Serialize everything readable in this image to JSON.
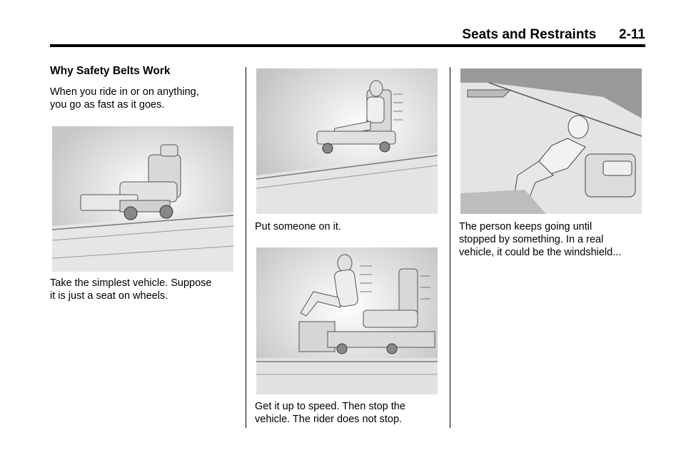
{
  "header": {
    "section": "Seats and Restraints",
    "page_number": "2-11"
  },
  "column1": {
    "heading": "Why Safety Belts Work",
    "intro": [
      "When you ride in or on anything,",
      "you go as fast as it goes."
    ],
    "caption": [
      "Take the simplest vehicle. Suppose",
      "it is just a seat on wheels."
    ]
  },
  "column2": {
    "caption1": [
      "Put someone on it."
    ],
    "caption2": [
      "Get it up to speed. Then stop the",
      "vehicle. The rider does not stop."
    ]
  },
  "column3": {
    "caption": [
      "The person keeps going until",
      "stopped by something. In a real",
      "vehicle, it could be the windshield..."
    ]
  }
}
